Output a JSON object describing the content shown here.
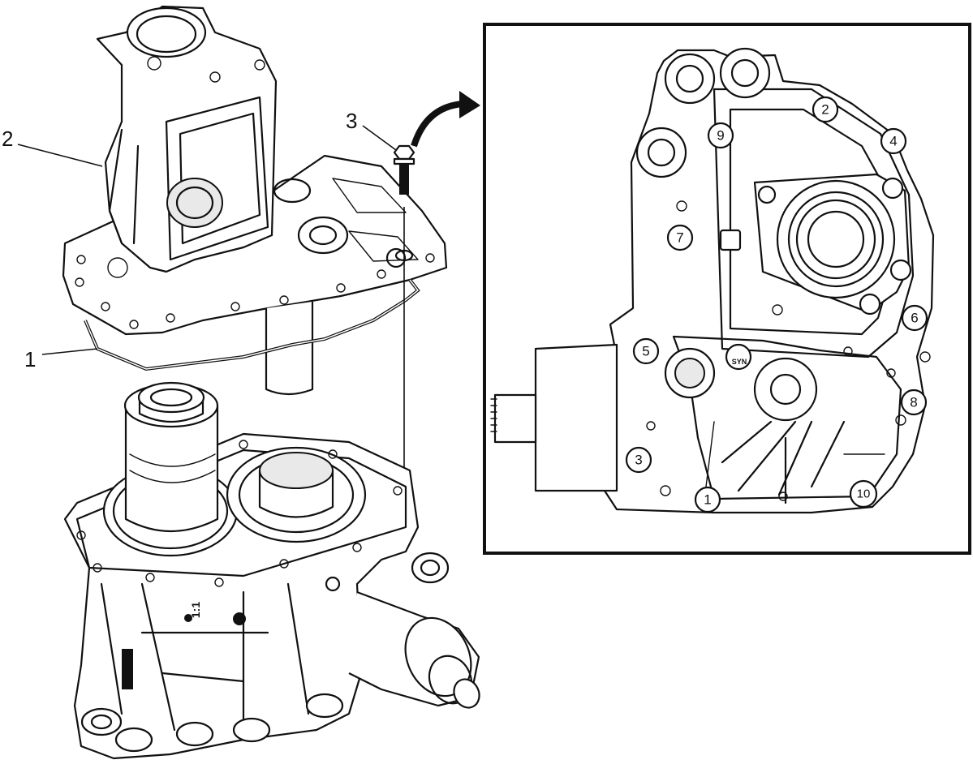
{
  "callouts": [
    {
      "id": "c1",
      "label": "1"
    },
    {
      "id": "c2",
      "label": "2"
    },
    {
      "id": "c3",
      "label": "3"
    }
  ],
  "bolt_sequence": [
    {
      "label": "1"
    },
    {
      "label": "2"
    },
    {
      "label": "3"
    },
    {
      "label": "4"
    },
    {
      "label": "5"
    },
    {
      "label": "6"
    },
    {
      "label": "7"
    },
    {
      "label": "8"
    },
    {
      "label": "9"
    },
    {
      "label": "10"
    }
  ],
  "part_markings": {
    "ratio_mark": "1:1",
    "fluid_mark": "SYN"
  }
}
